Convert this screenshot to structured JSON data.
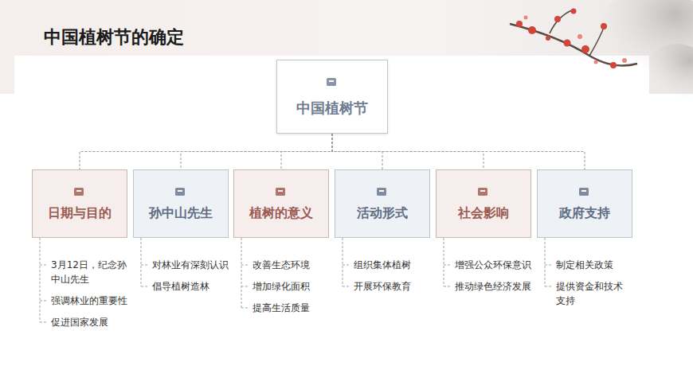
{
  "diagram": {
    "title": "中国植树节的确定",
    "nodes": [
      {
        "text": [
          "中国植树节"
        ]
      },
      {
        "text": [
          "日期与目的"
        ]
      },
      {
        "text": [
          "孙中山先生"
        ]
      },
      {
        "text": [
          "植树的意义"
        ]
      },
      {
        "text": [
          "活动形式"
        ]
      },
      {
        "text": [
          "社会影响"
        ]
      },
      {
        "text": [
          "政府支持"
        ]
      }
    ],
    "edges": [
      {
        "from": 0,
        "to": 1,
        "arrow": "none"
      },
      {
        "from": 0,
        "to": 2,
        "arrow": "none"
      },
      {
        "from": 0,
        "to": 3,
        "arrow": "none"
      },
      {
        "from": 0,
        "to": 4,
        "arrow": "none"
      },
      {
        "from": 0,
        "to": 5,
        "arrow": "none"
      },
      {
        "from": 0,
        "to": 6,
        "arrow": "none"
      }
    ],
    "labels": [
      "3月12日，纪念孙中山先生",
      "强调林业的重要性",
      "促进国家发展",
      "对林业有深刻认识",
      "倡导植树造林",
      "改善生态环境",
      "增加绿化面积",
      "提高生活质量",
      "组织集体植树",
      "开展环保教育",
      "增强公众环保意识",
      "推动绿色经济发展",
      "制定相关政策",
      "提供资金和技术支持"
    ]
  }
}
